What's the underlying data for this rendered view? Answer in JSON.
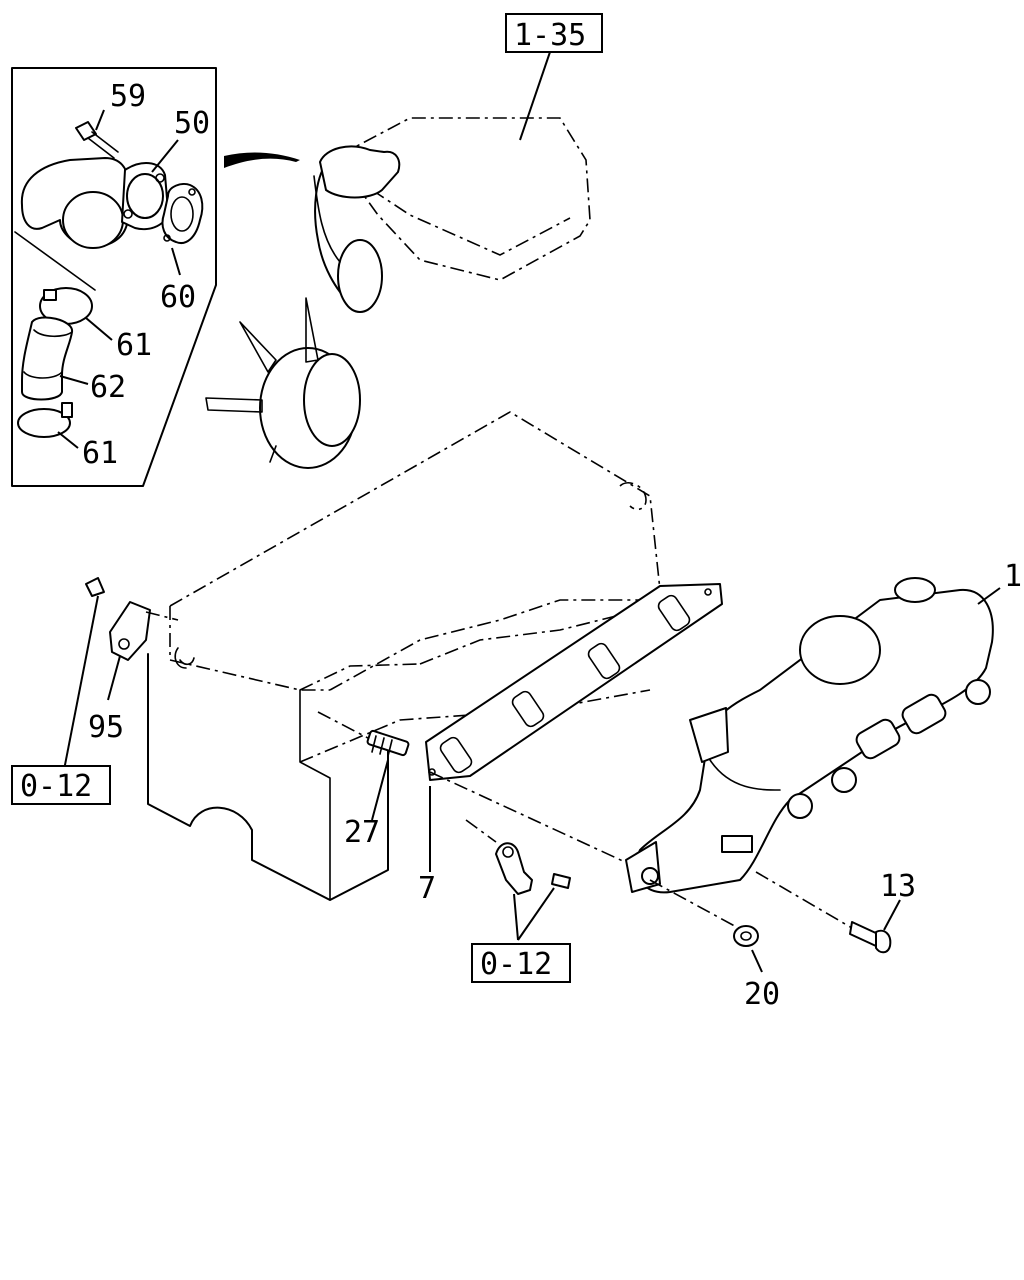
{
  "refs": {
    "r1_35": "1-35",
    "r0_12_left": "0-12",
    "r0_12_bottom": "0-12"
  },
  "parts": {
    "p59": "59",
    "p50": "50",
    "p60": "60",
    "p61_top": "61",
    "p62": "62",
    "p61_bottom": "61",
    "p1": "1",
    "p95": "95",
    "p27": "27",
    "p7": "7",
    "p13": "13",
    "p20": "20"
  }
}
